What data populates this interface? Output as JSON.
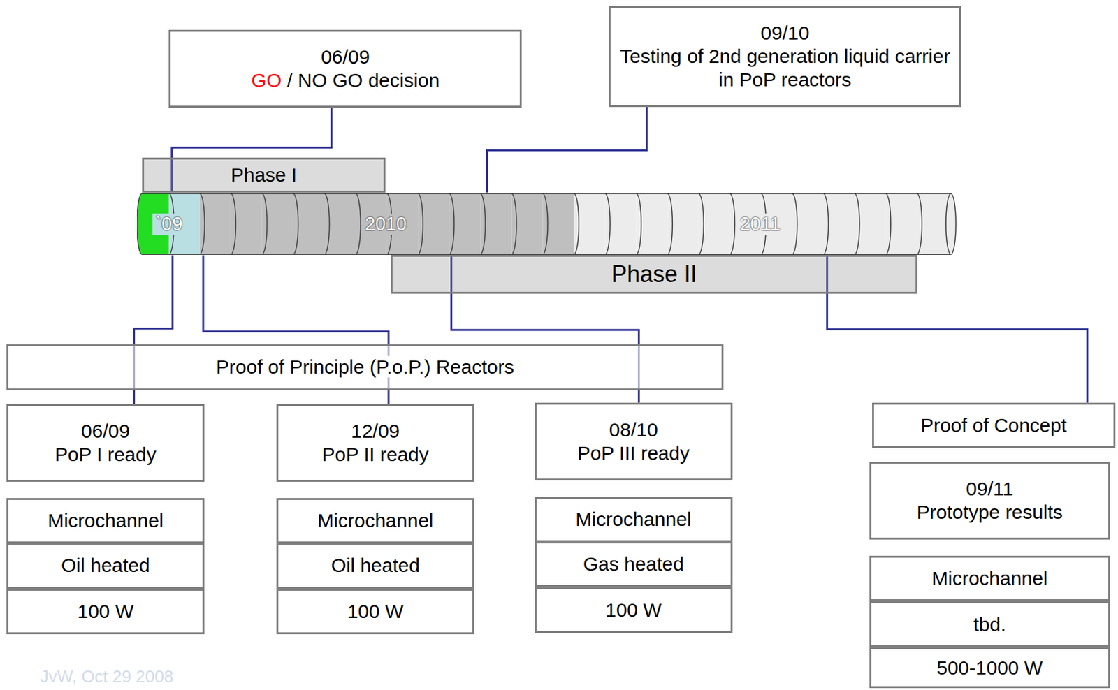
{
  "diagram": {
    "nodes": [
      {
        "text": [
          "06/09",
          "GO",
          "/ NO GO decision"
        ]
      },
      {
        "text": [
          "09/10",
          "Testing of 2nd generation liquid carrier in PoP reactors"
        ]
      },
      {
        "text": [
          "Phase I"
        ]
      },
      {
        "text": [
          "`09",
          "2010",
          "2011"
        ]
      },
      {
        "text": [
          "Phase II"
        ]
      },
      {
        "text": [
          "Proof of Principle (P.o.P.) Reactors"
        ]
      },
      {
        "text": [
          "06/09",
          "PoP I ready"
        ]
      },
      {
        "text": [
          "Microchannel"
        ]
      },
      {
        "text": [
          "Oil heated"
        ]
      },
      {
        "text": [
          "100 W"
        ]
      },
      {
        "text": [
          "12/09",
          "PoP II ready"
        ]
      },
      {
        "text": [
          "Microchannel"
        ]
      },
      {
        "text": [
          "Oil heated"
        ]
      },
      {
        "text": [
          "100 W"
        ]
      },
      {
        "text": [
          "08/10",
          "PoP III ready"
        ]
      },
      {
        "text": [
          "Microchannel"
        ]
      },
      {
        "text": [
          "Gas heated"
        ]
      },
      {
        "text": [
          "100 W"
        ]
      },
      {
        "text": [
          "Proof of Concept"
        ]
      },
      {
        "text": [
          "09/11",
          "Prototype results"
        ]
      },
      {
        "text": [
          "Microchannel"
        ]
      },
      {
        "text": [
          "tbd."
        ]
      },
      {
        "text": [
          "500-1000 W"
        ]
      }
    ],
    "edges": [
      {
        "from": 0,
        "to": 3,
        "arrow": "none"
      },
      {
        "from": 1,
        "to": 3,
        "arrow": "none"
      },
      {
        "from": 3,
        "to": 6,
        "arrow": "none"
      },
      {
        "from": 3,
        "to": 10,
        "arrow": "none"
      },
      {
        "from": 3,
        "to": 14,
        "arrow": "none"
      },
      {
        "from": 3,
        "to": 18,
        "arrow": "none"
      }
    ],
    "labels": [
      "JvW, Oct 29 2008"
    ]
  }
}
